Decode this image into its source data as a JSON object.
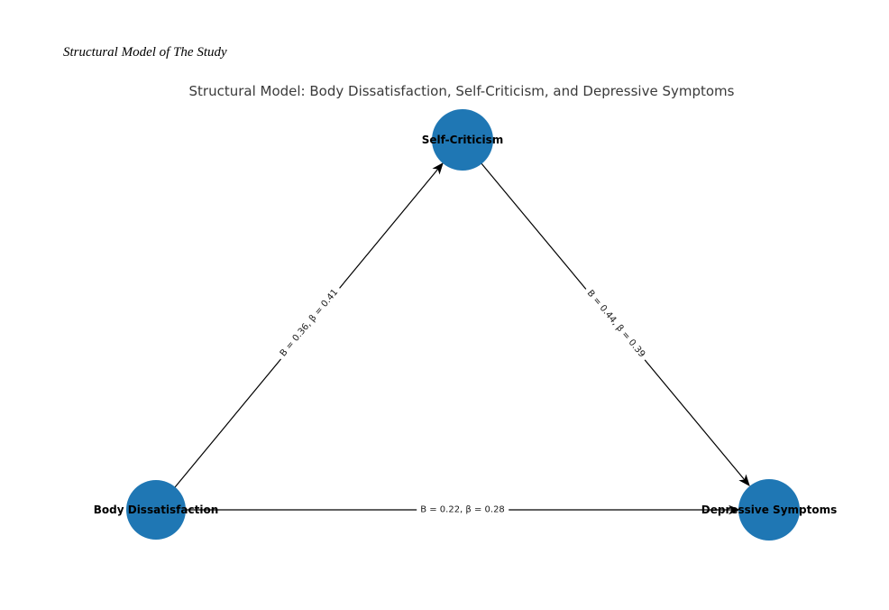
{
  "figure": {
    "suptitle": "Structural Model of The Study",
    "title": "Structural Model: Body Dissatisfaction, Self-Criticism, and Depressive Symptoms"
  },
  "colors": {
    "node_fill": "#1f77b4",
    "edge_stroke": "#000000",
    "title_text": "#3a3a3a"
  },
  "diagram": {
    "nodes": [
      {
        "id": "self_criticism",
        "label": "Self-Criticism"
      },
      {
        "id": "body_dissatisfaction",
        "label": "Body Dissatisfaction"
      },
      {
        "id": "depressive_symptoms",
        "label": "Depressive Symptoms"
      }
    ],
    "edges": [
      {
        "from": "Body Dissatisfaction",
        "to": "Self-Criticism",
        "label": "B = 0.36, β = 0.41"
      },
      {
        "from": "Self-Criticism",
        "to": "Depressive Symptoms",
        "label": "B = 0.44, β = 0.39"
      },
      {
        "from": "Body Dissatisfaction",
        "to": "Depressive Symptoms",
        "label": "B = 0.22, β = 0.28"
      }
    ]
  }
}
